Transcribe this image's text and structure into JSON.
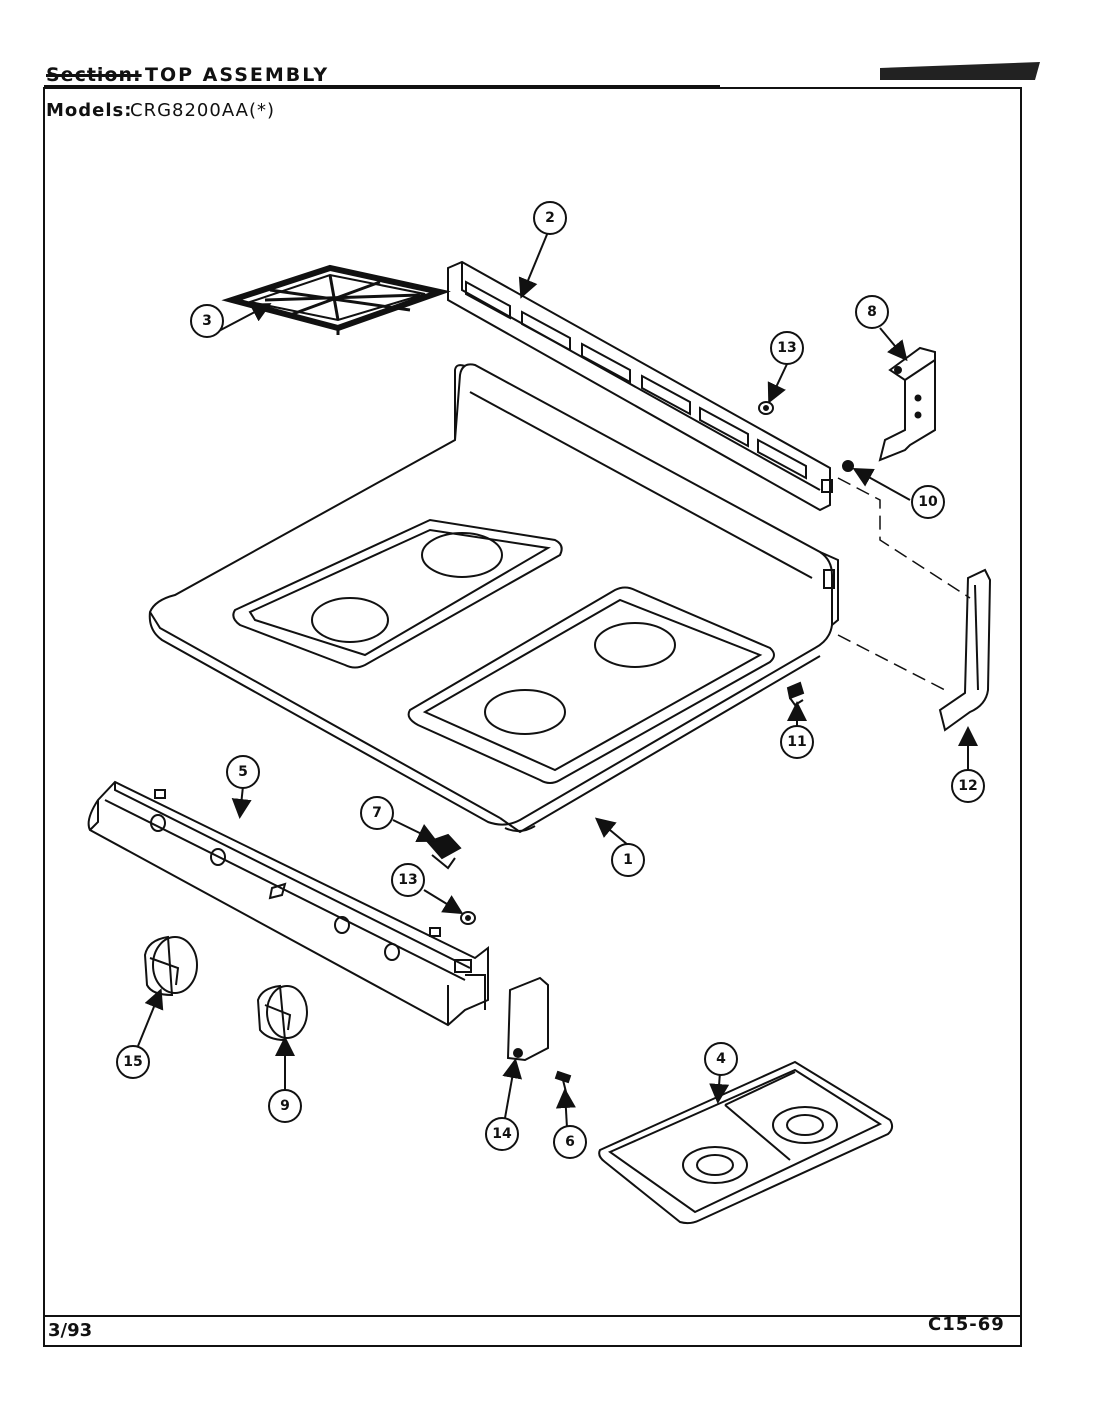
{
  "header": {
    "section_label": "Section:",
    "title": "TOP ASSEMBLY",
    "models_label": "Models:",
    "models_value": "CRG8200AA(*)"
  },
  "footer": {
    "date": "3/93",
    "code": "C15-69"
  },
  "callouts": [
    "1",
    "2",
    "3",
    "4",
    "5",
    "6",
    "7",
    "8",
    "9",
    "10",
    "11",
    "12",
    "13",
    "13",
    "14",
    "15"
  ]
}
